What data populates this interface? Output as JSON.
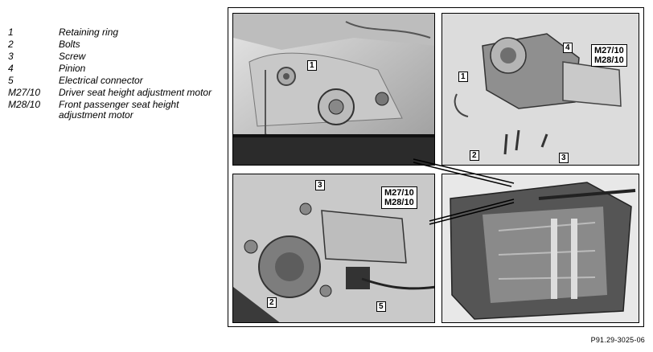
{
  "legend": {
    "items": [
      {
        "key": "1",
        "text": "Retaining ring"
      },
      {
        "key": "2",
        "text": "Bolts"
      },
      {
        "key": "3",
        "text": "Screw"
      },
      {
        "key": "4",
        "text": "Pinion"
      },
      {
        "key": "5",
        "text": "Electrical connector"
      },
      {
        "key": "M27/10",
        "text": "Driver seat height adjustment motor"
      },
      {
        "key": "M28/10",
        "text": "Front passenger seat height adjustment motor"
      }
    ]
  },
  "figure": {
    "figure_id": "P91.29-3025-06",
    "callouts": {
      "tl_1": "1",
      "tr_4": "4",
      "tr_m27": "M27/10",
      "tr_m28": "M28/10",
      "tr_1": "1",
      "tr_2": "2",
      "tr_3": "3",
      "bl_3": "3",
      "bl_m27": "M27/10",
      "bl_m28": "M28/10",
      "bl_2": "2",
      "bl_5": "5"
    }
  }
}
